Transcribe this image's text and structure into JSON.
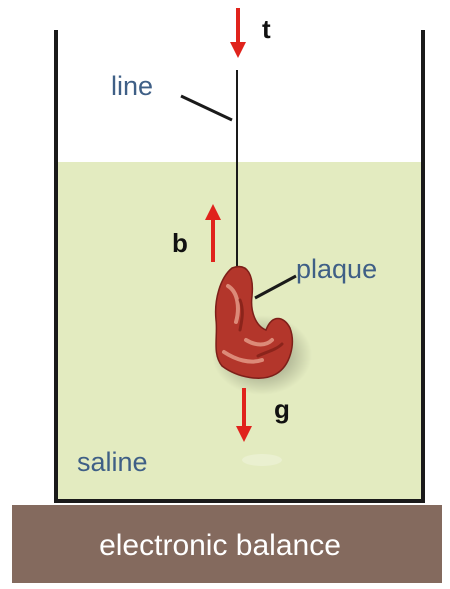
{
  "labels": {
    "line": "line",
    "plaque": "plaque",
    "saline": "saline",
    "balance": "electronic balance"
  },
  "forces": {
    "tension": "t",
    "buoyancy": "b",
    "gravity": "g"
  },
  "colors": {
    "saline": "#e3ebc0",
    "balance": "#846a5e",
    "label_text": "#3f5f86",
    "arrow": "#e0231c",
    "plaque": "#b3362b"
  }
}
